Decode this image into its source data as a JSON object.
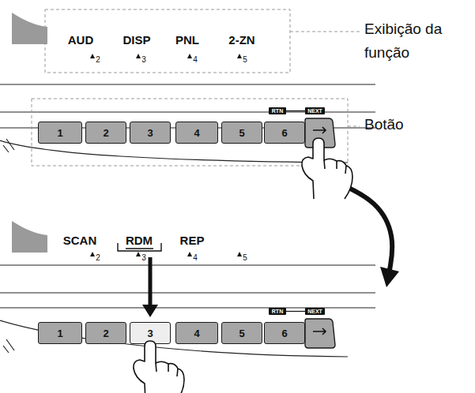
{
  "diagram": {
    "nodes": [
      {
        "text": [
          "1"
        ]
      },
      {
        "text": [
          "2"
        ]
      },
      {
        "text": [
          "3"
        ]
      },
      {
        "text": [
          "4"
        ]
      },
      {
        "text": [
          "5"
        ]
      },
      {
        "text": [
          "6"
        ]
      },
      {
        "text": [
          "RTN"
        ]
      },
      {
        "text": [
          "NEXT"
        ]
      },
      {
        "text": [
          "1"
        ]
      },
      {
        "text": [
          "2"
        ]
      },
      {
        "text": [
          "3"
        ]
      },
      {
        "text": [
          "4"
        ]
      },
      {
        "text": [
          "5"
        ]
      },
      {
        "text": [
          "6"
        ]
      },
      {
        "text": [
          "RTN"
        ]
      },
      {
        "text": [
          "NEXT"
        ]
      }
    ],
    "labels": [
      "AUD",
      "DISP",
      "PNL",
      "2-ZN",
      "2",
      "3",
      "4",
      "5",
      "Exibição da função",
      "Botão",
      "SCAN",
      "RDM",
      "REP",
      "2",
      "3",
      "4",
      "5"
    ]
  }
}
